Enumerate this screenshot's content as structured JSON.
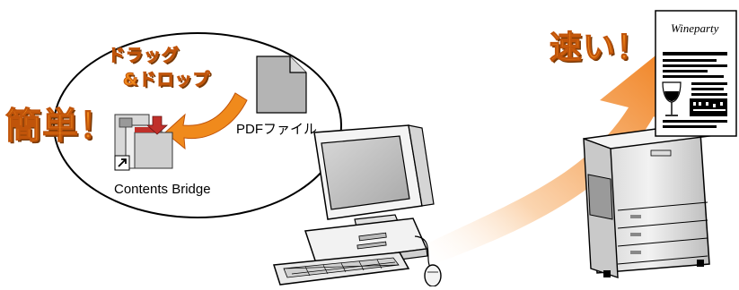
{
  "bubble": {
    "drag_line1": "ドラッグ",
    "drag_line2": "&ドロップ",
    "file_label": "PDFファイル",
    "app_label": "Contents Bridge"
  },
  "callouts": {
    "easy": "簡単！",
    "fast": "速い！"
  },
  "document": {
    "title": "Wineparty"
  },
  "icons": {
    "file": "document-file-icon",
    "app": "contents-bridge-app-icon",
    "shortcut": "shortcut-arrow-icon"
  },
  "colors": {
    "accent_orange": "#f08a1c",
    "arrow_orange": "#f5a15a",
    "file_gray": "#b4b4b4"
  }
}
